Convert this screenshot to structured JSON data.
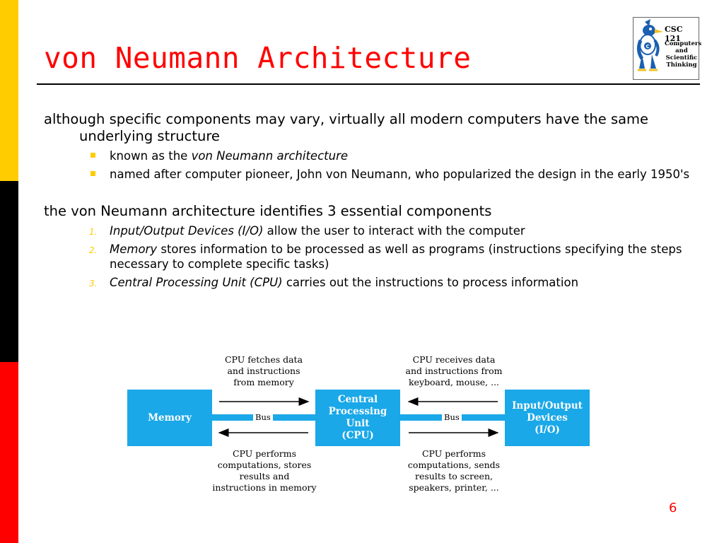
{
  "slide": {
    "title": "von Neumann Architecture",
    "page_number": "6"
  },
  "logo": {
    "code": "CSC 121",
    "lines": [
      "Computers",
      "and",
      "Scientific",
      "Thinking"
    ]
  },
  "points": [
    {
      "text": "although specific components may vary, virtually all modern computers have the same underlying structure",
      "subs": [
        {
          "pre": "known as the ",
          "em": "von Neumann architecture",
          "post": ""
        },
        {
          "pre": "named after computer pioneer, John von Neumann, who popularized the design in the early 1950's",
          "em": "",
          "post": ""
        }
      ]
    },
    {
      "text": "the von Neumann architecture identifies 3 essential components",
      "items": [
        {
          "num": "1.",
          "em": "Input/Output Devices (I/O)",
          "rest": " allow the user to interact with the computer"
        },
        {
          "num": "2.",
          "em": "Memory",
          "rest": " stores information to be processed as well as programs (instructions specifying the steps necessary to complete specific tasks)"
        },
        {
          "num": "3.",
          "em": "Central Processing Unit (CPU)",
          "rest": " carries out the instructions to process information"
        }
      ]
    }
  ],
  "diagram": {
    "memory_label": "Memory",
    "cpu_label": [
      "Central",
      "Processing Unit",
      "(CPU)"
    ],
    "io_label": [
      "Input/Output",
      "Devices",
      "(I/O)"
    ],
    "bus_label": "Bus",
    "top_left_caption": [
      "CPU fetches data",
      "and instructions",
      "from memory"
    ],
    "top_right_caption": [
      "CPU receives data",
      "and instructions from",
      "keyboard, mouse, ..."
    ],
    "bottom_left_caption": [
      "CPU performs",
      "computations, stores",
      "results and",
      "instructions in memory"
    ],
    "bottom_right_caption": [
      "CPU performs",
      "computations, sends",
      "results to screen,",
      "speakers, printer, ..."
    ],
    "box_color": "#1aa8e8"
  },
  "colors": {
    "accent_red": "#ff0000",
    "accent_yellow": "#ffcc00"
  }
}
